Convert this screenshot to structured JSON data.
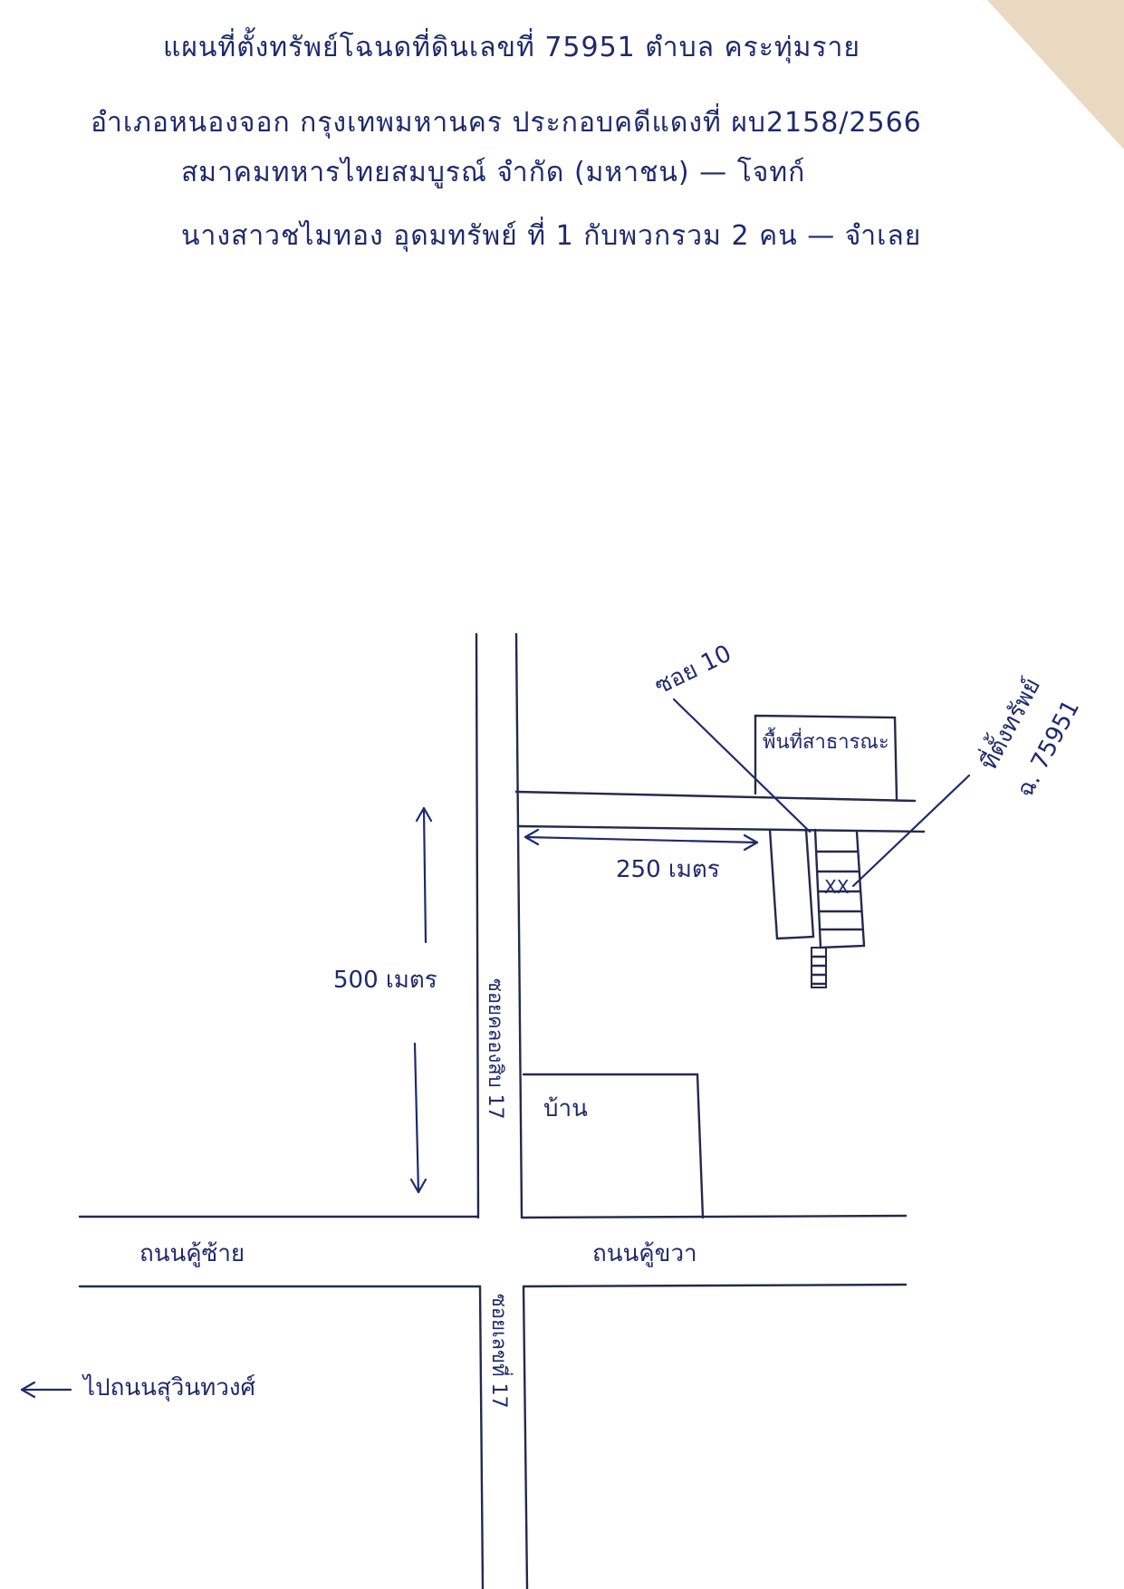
{
  "header": {
    "line1": "แผนที่ตั้งทรัพย์โฉนดที่ดินเลขที่ 75951 ตำบล คระทุ่มราย",
    "line2": "อำเภอหนองจอก กรุงเทพมหานคร ประกอบคดีแดงที่ ผบ2158/2566",
    "line3": "สมาคมทหารไทยสมบูรณ์ จำกัด (มหาชน) — โจทก์",
    "line4": "นางสาวชไมทอง อุดมทรัพย์ ที่ 1 กับพวกรวม 2 คน — จำเลย"
  },
  "map": {
    "soi_10": "ซอย 10",
    "public_area": "พื้นที่สาธารณะ",
    "property_label": "ที่ตั้งทรัพย์",
    "property_deed": "ฉ. 75951",
    "distance_east": "250 เมตร",
    "distance_south": "500 เมตร",
    "soi_vertical_upper": "ซอยคลองสิบ 17",
    "soi_vertical_lower": "ซอยเลขที่ 17",
    "houses": "บ้าน",
    "road_left": "ถนนคู้ซ้าย",
    "road_right": "ถนนคู้ขวา",
    "direction_note": "ไปถนนสุวินทวงศ์"
  }
}
